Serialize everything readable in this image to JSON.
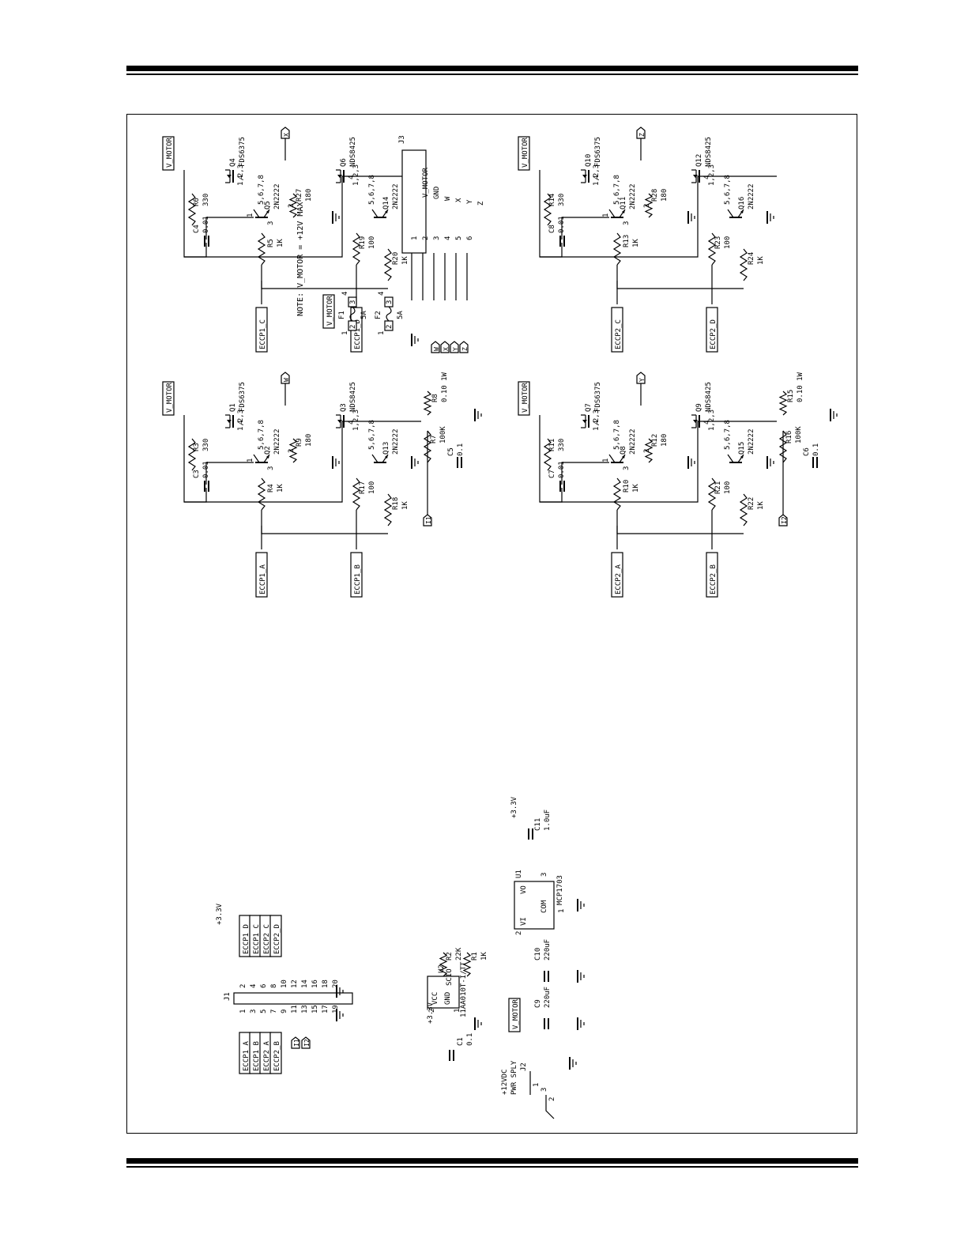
{
  "note": "NOTE: V_MOTOR = +12V MAX",
  "nets": {
    "vmotor": "V_MOTOR",
    "v33": "+3.3V",
    "eccp1a": "ECCP1_A",
    "eccp1b": "ECCP1_B",
    "eccp1c": "ECCP1_C",
    "eccp1d": "ECCP1_D",
    "eccp2a": "ECCP2_A",
    "eccp2b": "ECCP2_B",
    "eccp2c": "ECCP2_C",
    "eccp2d": "ECCP2_D",
    "w": "W",
    "x": "X",
    "y": "Y",
    "z": "Z",
    "i1": "I1",
    "i2": "I2"
  },
  "connector_j3": {
    "ref": "J3",
    "pin_numbers": [
      "1",
      "2",
      "3",
      "4",
      "5",
      "6"
    ],
    "pin_labels": [
      "V_MOTOR",
      "GND",
      "W",
      "X",
      "Y",
      "Z"
    ]
  },
  "fuses": [
    {
      "ref": "F1",
      "rating": "5A",
      "pins": [
        "1",
        "2",
        "3",
        "4"
      ]
    },
    {
      "ref": "F2",
      "rating": "5A",
      "pins": [
        "1",
        "2",
        "3",
        "4"
      ]
    }
  ],
  "bridge": {
    "pmos_part": "FDS6375",
    "nmos_part": "NDS8425",
    "npn_part": "2N2222",
    "pins_gate": "4",
    "pins_drain": "5,6,7,8",
    "pins_source": "1,2,3",
    "bjt_pin1": "1",
    "bjt_pin2": "2",
    "bjt_pin3": "3",
    "phases": [
      {
        "pmos": "Q1",
        "npn_hi": "Q2",
        "nmos": "Q3",
        "npn_lo": "Q13",
        "r_pu": "R3",
        "r_pu_val": "330",
        "cap": "C3",
        "cap_val": "0.01",
        "r_base": "R4",
        "r_base_val": "1K",
        "r_col": "R9",
        "r_col_val": "180",
        "r_gate": "R17",
        "r_gate_val": "100",
        "r_base2": "R18",
        "r_base2_val": "1K",
        "out": "W",
        "in_hi": "ECCP1_A",
        "in_lo": "ECCP1_B"
      },
      {
        "pmos": "Q4",
        "npn_hi": "Q5",
        "nmos": "Q6",
        "npn_lo": "Q14",
        "r_pu": "R6",
        "r_pu_val": "330",
        "cap": "C4",
        "cap_val": "0.01",
        "r_base": "R5",
        "r_base_val": "1K",
        "r_col": "R27",
        "r_col_val": "180",
        "r_gate": "R19",
        "r_gate_val": "100",
        "r_base2": "R20",
        "r_base2_val": "1K",
        "out": "X",
        "in_hi": "ECCP1_C",
        "in_lo": "ECCP1_D"
      },
      {
        "pmos": "Q7",
        "npn_hi": "Q8",
        "nmos": "Q9",
        "npn_lo": "Q15",
        "r_pu": "R11",
        "r_pu_val": "330",
        "cap": "C7",
        "cap_val": "0.01",
        "r_base": "R10",
        "r_base_val": "1K",
        "r_col": "R12",
        "r_col_val": "180",
        "r_gate": "R21",
        "r_gate_val": "100",
        "r_base2": "R22",
        "r_base2_val": "1K",
        "out": "Y",
        "in_hi": "ECCP2_A",
        "in_lo": "ECCP2_B"
      },
      {
        "pmos": "Q10",
        "npn_hi": "Q11",
        "nmos": "Q12",
        "npn_lo": "Q16",
        "r_pu": "R14",
        "r_pu_val": "330",
        "cap": "C8",
        "cap_val": "0.01",
        "r_base": "R13",
        "r_base_val": "1K",
        "r_col": "R28",
        "r_col_val": "180",
        "r_gate": "R23",
        "r_gate_val": "100",
        "r_base2": "R24",
        "r_base2_val": "1K",
        "out": "Z",
        "in_hi": "ECCP2_C",
        "in_lo": "ECCP2_D"
      }
    ],
    "sense": [
      {
        "r_sense": "R8",
        "r_sense_val": "0.10 1W",
        "r_filt": "R7",
        "r_filt_val": "100K",
        "cap": "C5",
        "cap_val": "0.1",
        "out": "I1"
      },
      {
        "r_sense": "R15",
        "r_sense_val": "0.10 1W",
        "r_filt": "R16",
        "r_filt_val": "100K",
        "cap": "C6",
        "cap_val": "0.1",
        "out": "I2"
      }
    ]
  },
  "header_j1": {
    "ref": "J1",
    "odd_pins": [
      "1",
      "3",
      "5",
      "7",
      "9",
      "11",
      "13",
      "15",
      "17",
      "19"
    ],
    "even_pins": [
      "2",
      "4",
      "6",
      "8",
      "10",
      "12",
      "14",
      "16",
      "18",
      "20"
    ],
    "odd_labels": [
      "ECCP1_A",
      "ECCP1_B",
      "ECCP2_A",
      "ECCP2_B"
    ],
    "even_labels": [
      "ECCP1_D",
      "ECCP1_C",
      "ECCP2_C",
      "ECCP2_D"
    ],
    "sense_labels": [
      "I1",
      "I2"
    ]
  },
  "eeprom": {
    "ref": "U2",
    "part": "11AA010T-I/TT",
    "pin_vcc": "VCC",
    "pin_gnd": "GND",
    "pin_scio": "SCIO",
    "pin_nums": [
      "1",
      "2",
      "3"
    ],
    "r_pullup": "R2",
    "r_pullup_val": "22K",
    "r_series": "R1",
    "r_series_val": "1K",
    "cap": "C1",
    "cap_val": "0.1"
  },
  "regulator": {
    "ref": "U1",
    "part": "MCP1703",
    "pin_vi": "VI",
    "pin_vo": "VO",
    "pin_com": "COM",
    "pin_nums": [
      "1",
      "2",
      "3"
    ],
    "c_in": "C10",
    "c_in_val": "220uF",
    "c_in2": "C9",
    "c_in2_val": "220uF",
    "c_out": "C11",
    "c_out_val": "1.0uF"
  },
  "power_jack": {
    "ref": "J2",
    "desc1": "+12VDC",
    "desc2": "PWR SPLY",
    "pins": [
      "1",
      "2",
      "3"
    ]
  }
}
